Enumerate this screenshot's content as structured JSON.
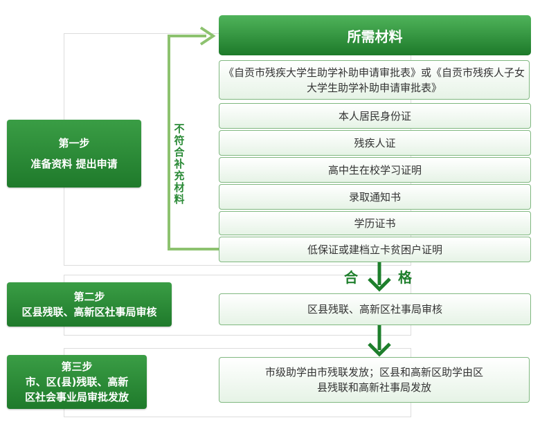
{
  "colors": {
    "primary_green": "#1f7a2b",
    "light_green": "#8dc26f",
    "box_border": "#7fb77f"
  },
  "steps": [
    {
      "title": "第一步",
      "desc": "准备资料 提出申请"
    },
    {
      "title": "第二步",
      "desc": "区县残联、高新区社事局审核"
    },
    {
      "title": "第三步",
      "desc": "市、区(县)残联、高新",
      "desc2": "区社会事业局审批发放"
    }
  ],
  "materials": {
    "header": "所需材料",
    "items": [
      "《自贡市残疾大学生助学补助申请审批表》或《自贡市残疾人子女大学生助学补助申请审批表》",
      "本人居民身份证",
      "残疾人证",
      "高中生在校学习证明",
      "录取通知书",
      "学历证书",
      "低保证或建档立卡贫困户证明"
    ]
  },
  "supplement_label": "不符合补充材料",
  "pass_label": {
    "left": "合",
    "right": "格"
  },
  "review_box": "区县残联、高新区社事局审核",
  "disburse_box": "市级助学由市残联发放；区县和高新区助学由区县残联和高新社事局发放"
}
